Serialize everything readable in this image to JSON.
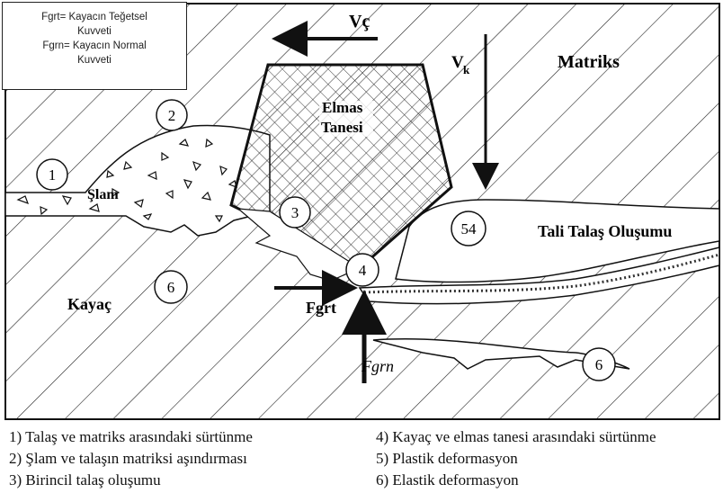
{
  "legend": {
    "line1": "Fgrt= Kayacın Teğetsel",
    "line2": "Kuvveti",
    "line3": "Fgrn= Kayacın Normal",
    "line4": "Kuvveti"
  },
  "labels": {
    "vc": "Vç",
    "vk": "V",
    "vk_sub": "k",
    "matriks": "Matriks",
    "elmas1": "Elmas",
    "elmas2": "Tanesi",
    "slam": "Şlam",
    "kayac": "Kayaç",
    "tali": "Tali Talaş Oluşumu",
    "fgrt": "Fgrt",
    "fgrn": "Fgrn"
  },
  "markers": {
    "m1": "1",
    "m2": "2",
    "m3": "3",
    "m4": "4",
    "m54": "54",
    "m6a": "6",
    "m6b": "6"
  },
  "captions": {
    "c1": "1) Talaş ve matriks arasındaki sürtünme",
    "c2": "2) Şlam ve talaşın  matriksi aşındırması",
    "c3": "3) Birincil talaş oluşumu",
    "c4": "4) Kayaç ve elmas tanesi arasındaki sürtünme",
    "c5": "5) Plastik deformasyon",
    "c6": "6) Elastik deformasyon"
  }
}
